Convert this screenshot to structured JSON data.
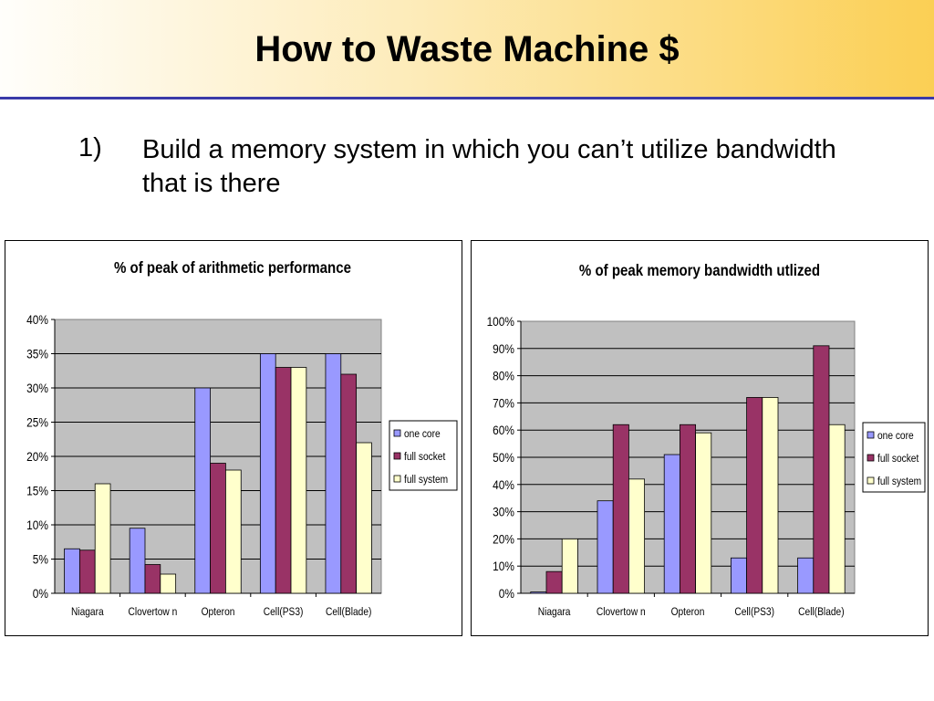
{
  "slide": {
    "title": "How to Waste Machine $",
    "bullet_number": "1)",
    "bullet_text": "Build a memory system in which you can’t utilize bandwidth that is there"
  },
  "colors": {
    "one_core": "#9999ff",
    "full_socket": "#993366",
    "full_system": "#ffffcc",
    "plot_bg": "#c0c0c0",
    "header_rule": "#3a3aa8"
  },
  "chart_data": [
    {
      "type": "bar",
      "title": "% of peak of arithmetic performance",
      "categories": [
        "Niagara",
        "Clovertow n",
        "Opteron",
        "Cell(PS3)",
        "Cell(Blade)"
      ],
      "series": [
        {
          "name": "one core",
          "values": [
            6.5,
            9.5,
            30,
            35,
            35
          ]
        },
        {
          "name": "full socket",
          "values": [
            6.3,
            4.2,
            19,
            33,
            32
          ]
        },
        {
          "name": "full system",
          "values": [
            16,
            2.8,
            18,
            33,
            22
          ]
        }
      ],
      "ylim": [
        0,
        40
      ],
      "yticks": [
        "0%",
        "5%",
        "10%",
        "15%",
        "20%",
        "25%",
        "30%",
        "35%",
        "40%"
      ],
      "grid": true,
      "legend": "right"
    },
    {
      "type": "bar",
      "title": "% of peak memory bandwidth utlized",
      "categories": [
        "Niagara",
        "Clovertow n",
        "Opteron",
        "Cell(PS3)",
        "Cell(Blade)"
      ],
      "series": [
        {
          "name": "one core",
          "values": [
            0.5,
            34,
            51,
            13,
            13
          ]
        },
        {
          "name": "full socket",
          "values": [
            8,
            62,
            62,
            72,
            91
          ]
        },
        {
          "name": "full system",
          "values": [
            20,
            42,
            59,
            72,
            62
          ]
        }
      ],
      "ylim": [
        0,
        100
      ],
      "yticks": [
        "0%",
        "10%",
        "20%",
        "30%",
        "40%",
        "50%",
        "60%",
        "70%",
        "80%",
        "90%",
        "100%"
      ],
      "grid": true,
      "legend": "right"
    }
  ]
}
